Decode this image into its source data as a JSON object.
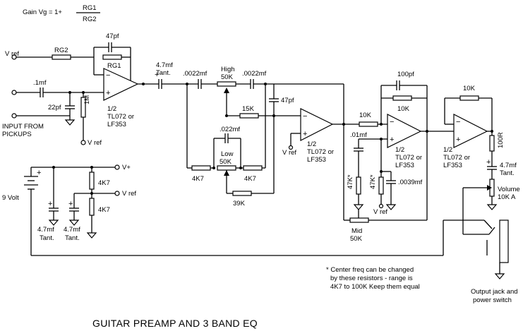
{
  "formula": {
    "lhs": "Gain Vg = 1+",
    "num": "RG1",
    "den": "RG2"
  },
  "title": "GUITAR PREAMP AND 3 BAND EQ",
  "labels": {
    "vref_in": "V ref",
    "rg2": "RG2",
    "rg1": "RG1",
    "c47pf": "47pf",
    "c1mf": ".1mf",
    "c22pf": "22pf",
    "r1m": "1M",
    "vref_bias": "V ref",
    "input1": "INPUT FROM",
    "input2": "PICKUPS",
    "opamp_half": "1/2",
    "opamp_type": "TL072 or",
    "opamp_alt": "LF353",
    "c47mf_a": "4.7mf",
    "tant_a": "Tant.",
    "c0022a": ".0022mf",
    "high": "High",
    "r50k_a": "50K",
    "c0022b": ".0022mf",
    "c47pf_b": "47pf",
    "r15k": "15K",
    "c022": ".022mf",
    "low": "Low",
    "r50k_b": "50K",
    "r4k7_a": "4K7",
    "r4k7_b": "4K7",
    "r39k": "39K",
    "vref_op2": "V ref",
    "r10k_a": "10K",
    "c01mf": ".01mf",
    "c100pf": "100pf",
    "r10k_b": "10K",
    "r47k_a": "47K*",
    "r47k_b": "47K*",
    "c0039": ".0039mf",
    "vref_mid": "V ref",
    "mid": "Mid",
    "r50k_c": "50K",
    "r10k_c": "10K",
    "r100": "100R",
    "c47mf_c": "4.7mf",
    "tant_c": "Tant.",
    "volume": "Volume",
    "vol_val": "10K A",
    "vplus": "V+",
    "r4k7_c": "4K7",
    "vref_ps": "V ref",
    "r4k7_d": "4K7",
    "battery": "9 Volt",
    "c47mf_d": "4.7mf",
    "tant_d": "Tant.",
    "c47mf_e": "4.7mf",
    "tant_e": "Tant.",
    "note1": "* Center freq can be changed",
    "note2": "by these resistors - range is",
    "note3": "4K7 to 100K Keep them equal",
    "out1": "Output jack and",
    "out2": "power switch",
    "minus": "−",
    "plus": "+"
  }
}
